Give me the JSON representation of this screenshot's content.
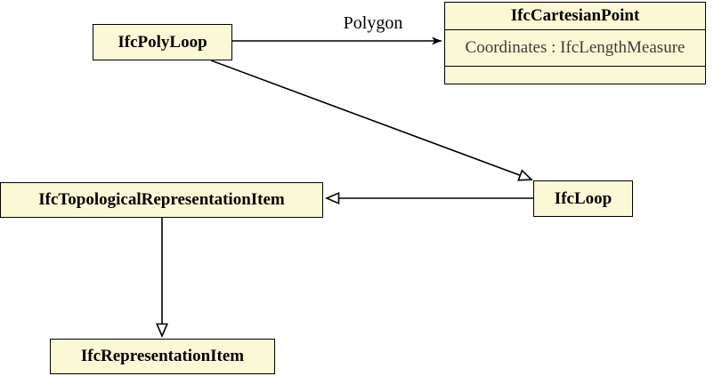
{
  "diagram": {
    "type": "uml-class-diagram",
    "colors": {
      "background": "#ffffff",
      "box_fill": "#fbf8d6",
      "border": "#000000",
      "attribute_text": "#3b3b3b"
    },
    "nodes": {
      "polyloop": {
        "label": "IfcPolyLoop"
      },
      "cartesian_point": {
        "title": "IfcCartesianPoint",
        "attributes": [
          "Coordinates : IfcLengthMeasure"
        ]
      },
      "loop": {
        "label": "IfcLoop"
      },
      "topological_representation_item": {
        "label": "IfcTopologicalRepresentationItem"
      },
      "representation_item": {
        "label": "IfcRepresentationItem"
      }
    },
    "edges": [
      {
        "from": "IfcPolyLoop",
        "to": "IfcCartesianPoint",
        "type": "association",
        "label": "Polygon"
      },
      {
        "from": "IfcPolyLoop",
        "to": "IfcLoop",
        "type": "generalization",
        "label": ""
      },
      {
        "from": "IfcLoop",
        "to": "IfcTopologicalRepresentationItem",
        "type": "generalization",
        "label": ""
      },
      {
        "from": "IfcTopologicalRepresentationItem",
        "to": "IfcRepresentationItem",
        "type": "generalization",
        "label": ""
      }
    ]
  }
}
